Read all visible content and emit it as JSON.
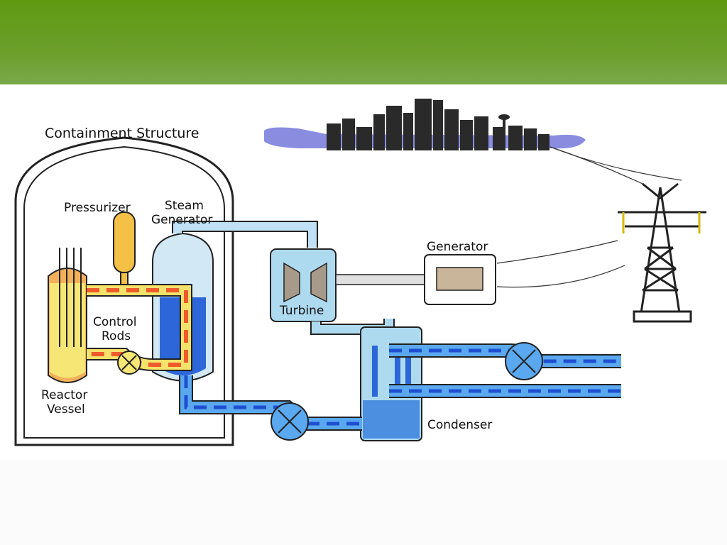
{
  "diagram": {
    "labels": {
      "containment": "Containment Structure",
      "pressurizer": "Pressurizer",
      "steam_line1": "Steam",
      "steam_line2": "Generator",
      "generator": "Generator",
      "turbine": "Turbine",
      "control_line1": "Control",
      "control_line2": "Rods",
      "reactor_line1": "Reactor",
      "reactor_line2": "Vessel",
      "condenser": "Condenser"
    },
    "icons": {
      "city": "city-skyline-icon",
      "tower": "transmission-tower-icon",
      "pump": "pump-icon"
    }
  }
}
